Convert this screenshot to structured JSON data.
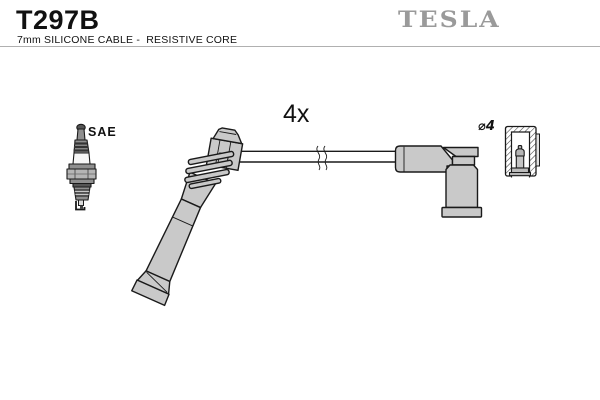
{
  "header": {
    "part_number": "T297B",
    "subtitle": "7mm SILICONE CABLE -  RESISTIVE CORE",
    "brand": "TESLA"
  },
  "diagram": {
    "quantity_label": "4x",
    "spark_plug_standard_label": "SAE",
    "terminal_diameter_label": "⌀4"
  },
  "colors": {
    "outline": "#1a1a1a",
    "boot_fill": "#c9c9c9",
    "brand_gray": "#9a9a9a",
    "divider": "#b0b0b0",
    "metal_dark": "#555555",
    "metal_mid": "#8f8f8f",
    "metal_light": "#b5b5b5",
    "insulator": "#f6f6f6"
  }
}
